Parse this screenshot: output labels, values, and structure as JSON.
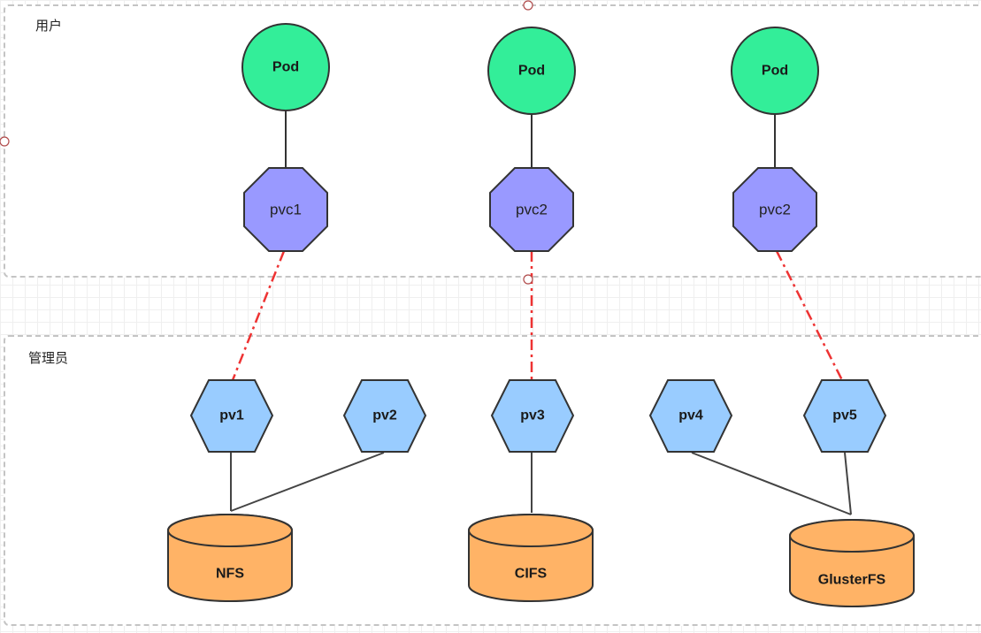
{
  "groups": {
    "user_label": "用户",
    "admin_label": "管理员"
  },
  "pods": [
    {
      "label": "Pod"
    },
    {
      "label": "Pod"
    },
    {
      "label": "Pod"
    }
  ],
  "pvcs": [
    {
      "label": "pvc1"
    },
    {
      "label": "pvc2"
    },
    {
      "label": "pvc2"
    }
  ],
  "pvs": [
    {
      "label": "pv1"
    },
    {
      "label": "pv2"
    },
    {
      "label": "pv3"
    },
    {
      "label": "pv4"
    },
    {
      "label": "pv5"
    }
  ],
  "storage": [
    {
      "label": "NFS"
    },
    {
      "label": "CIFS"
    },
    {
      "label": "GlusterFS"
    }
  ],
  "colors": {
    "pod_fill": "#33ee99",
    "pvc_fill": "#9999ff",
    "pv_fill": "#99ccff",
    "storage_fill": "#ffb366",
    "binding_line": "#ee3333",
    "connector_line": "#333333"
  }
}
